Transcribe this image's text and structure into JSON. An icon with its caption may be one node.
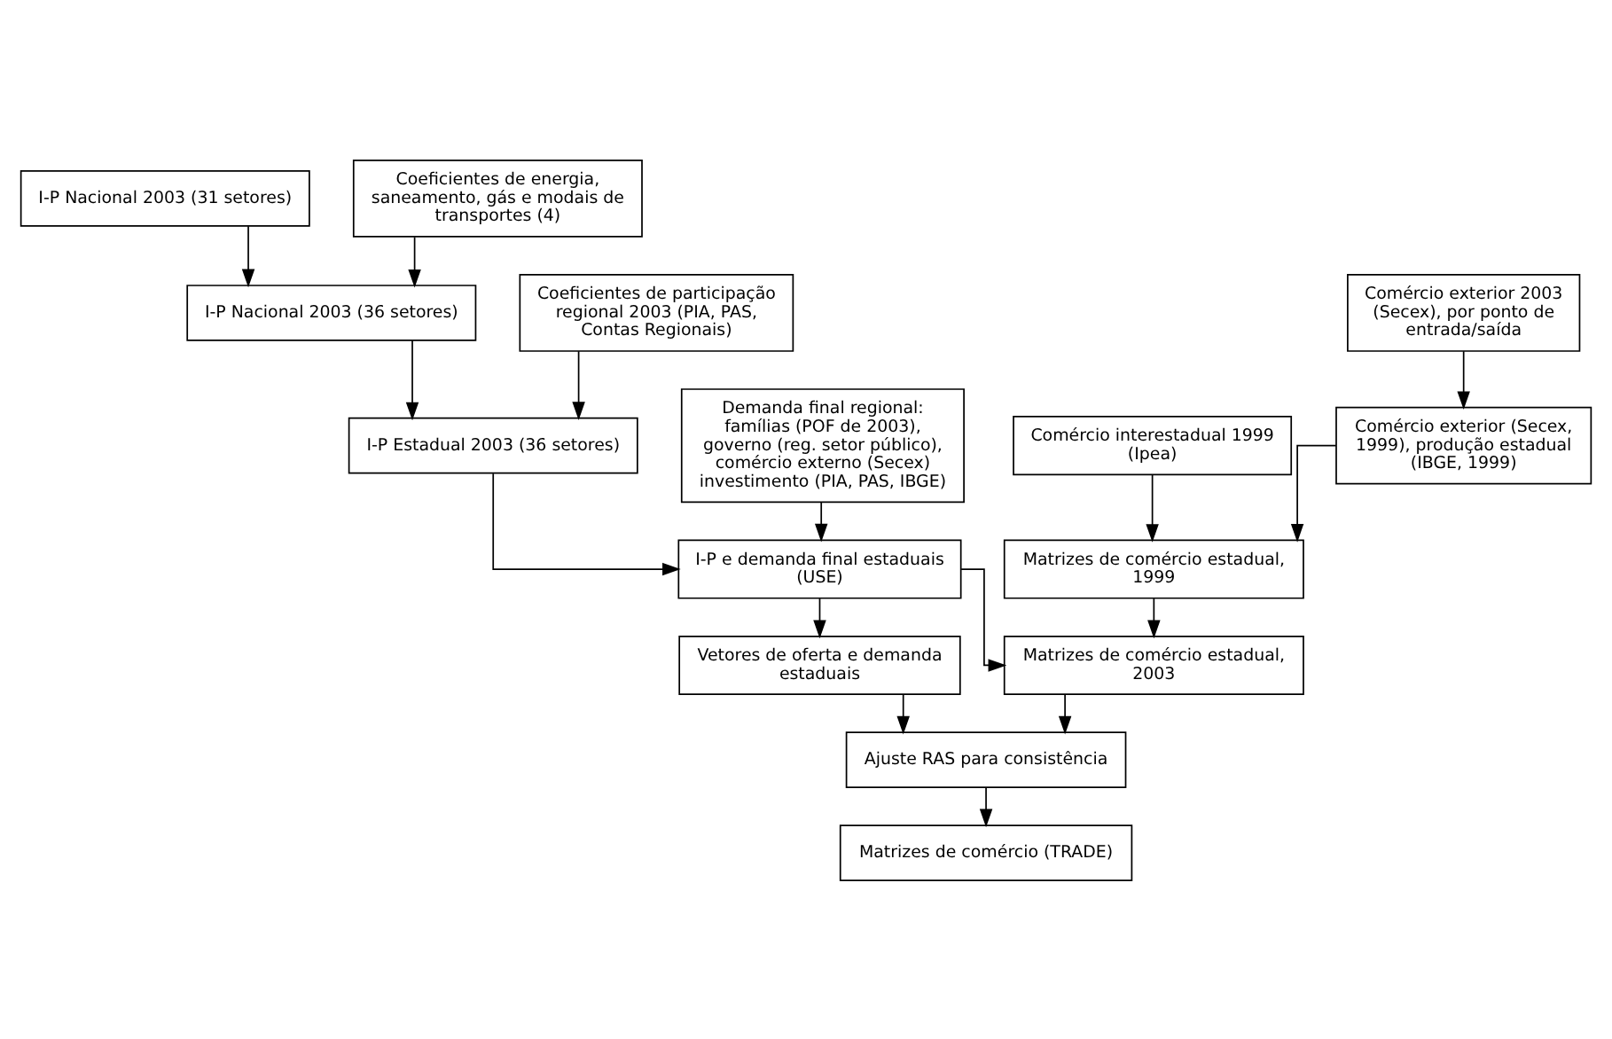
{
  "diagram": {
    "nodes": [
      {
        "text": [
          "I-P Nacional 2003 (31 setores)"
        ]
      },
      {
        "text": [
          "I-P Nacional 2003 (36 setores)"
        ]
      },
      {
        "text": [
          "Coeficientes de energia, saneamento, gás e modais de transportes (4)"
        ]
      },
      {
        "text": [
          "I-P Estadual 2003 (36 setores)"
        ]
      },
      {
        "text": [
          "Coeficientes de participação regional 2003 (PIA, PAS, Contas Regionais)"
        ]
      },
      {
        "text": [
          "I-P e demanda final estaduais (USE)"
        ]
      },
      {
        "text": [
          "Demanda final regional: famílias (POF de 2003), governo (reg. setor público), comércio externo (Secex) investimento (PIA, PAS, IBGE)"
        ]
      },
      {
        "text": [
          "Vetores de oferta e demanda estaduais"
        ]
      },
      {
        "text": [
          "Comércio interestadual 1999 (Ipea)"
        ]
      },
      {
        "text": [
          "Matrizes de comércio estadual, 1999"
        ]
      },
      {
        "text": [
          "Comércio exterior (Secex, 1999), produção estadual (IBGE, 1999)"
        ]
      },
      {
        "text": [
          "Matrizes de comércio estadual, 2003"
        ]
      },
      {
        "text": [
          "Comércio exterior 2003 (Secex), por ponto de entrada/saída"
        ]
      },
      {
        "text": [
          "Ajuste RAS para consistência"
        ]
      },
      {
        "text": [
          "Matrizes de comércio (TRADE)"
        ]
      }
    ],
    "edges": [
      {
        "from": 0,
        "to": 1,
        "arrow": "to"
      },
      {
        "from": 2,
        "to": 1,
        "arrow": "to"
      },
      {
        "from": 1,
        "to": 3,
        "arrow": "to"
      },
      {
        "from": 4,
        "to": 3,
        "arrow": "to"
      },
      {
        "from": 3,
        "to": 5,
        "arrow": "to"
      },
      {
        "from": 6,
        "to": 5,
        "arrow": "to"
      },
      {
        "from": 5,
        "to": 7,
        "arrow": "to"
      },
      {
        "from": 5,
        "to": 11,
        "arrow": "to"
      },
      {
        "from": 12,
        "to": 10,
        "arrow": "to"
      },
      {
        "from": 10,
        "to": 9,
        "arrow": "to"
      },
      {
        "from": 8,
        "to": 9,
        "arrow": "to"
      },
      {
        "from": 9,
        "to": 11,
        "arrow": "to"
      },
      {
        "from": 11,
        "to": 13,
        "arrow": "to"
      },
      {
        "from": 7,
        "to": 13,
        "arrow": "to"
      },
      {
        "from": 13,
        "to": 14,
        "arrow": "to"
      }
    ]
  }
}
